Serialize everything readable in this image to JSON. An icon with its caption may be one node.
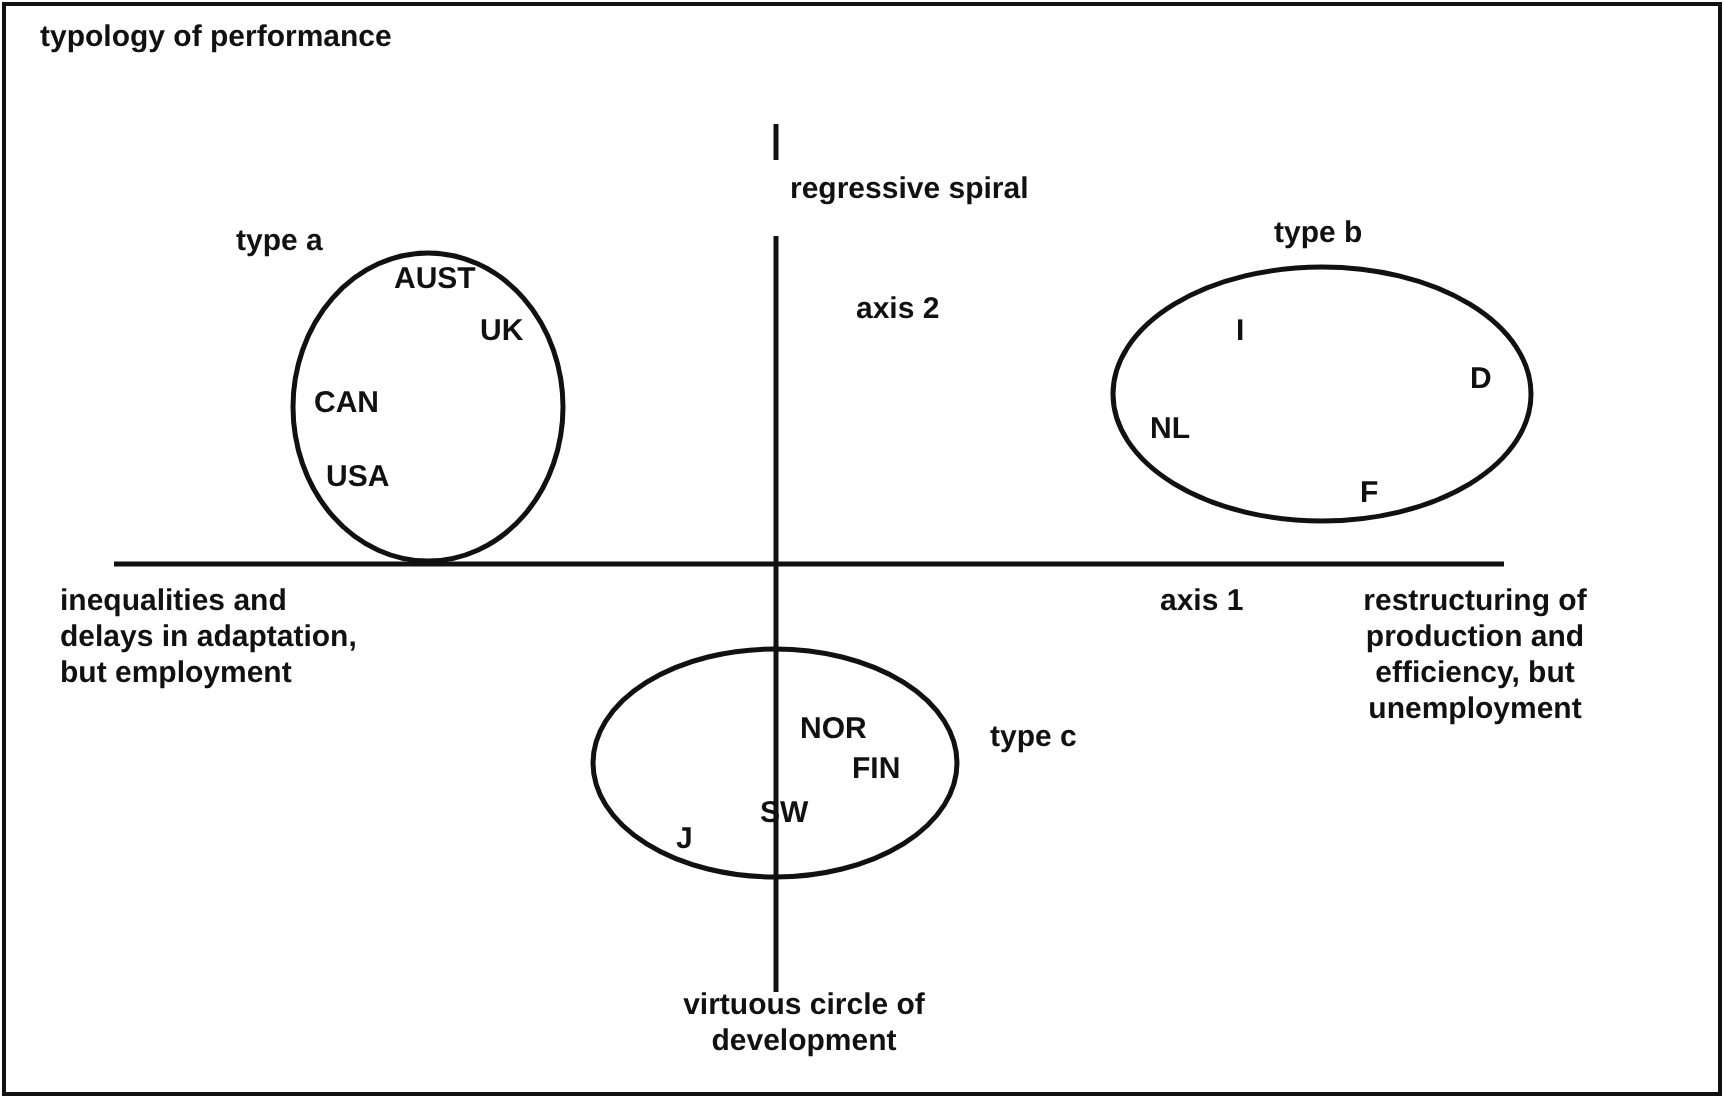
{
  "diagram": {
    "title": "typology of performance",
    "nodes": [
      {
        "text": [
          "type a",
          "AUST",
          "UK",
          "CAN",
          "USA"
        ]
      },
      {
        "text": [
          "type b",
          "I",
          "D",
          "NL",
          "F"
        ]
      },
      {
        "text": [
          "type c",
          "NOR",
          "FIN",
          "SW",
          "J"
        ]
      }
    ],
    "labels": [
      "regressive spiral",
      "axis 2",
      "inequalities and delays in adaptation, but employment",
      "axis 1",
      "restructuring of production and efficiency, but unemployment",
      "virtuous circle of development"
    ]
  }
}
